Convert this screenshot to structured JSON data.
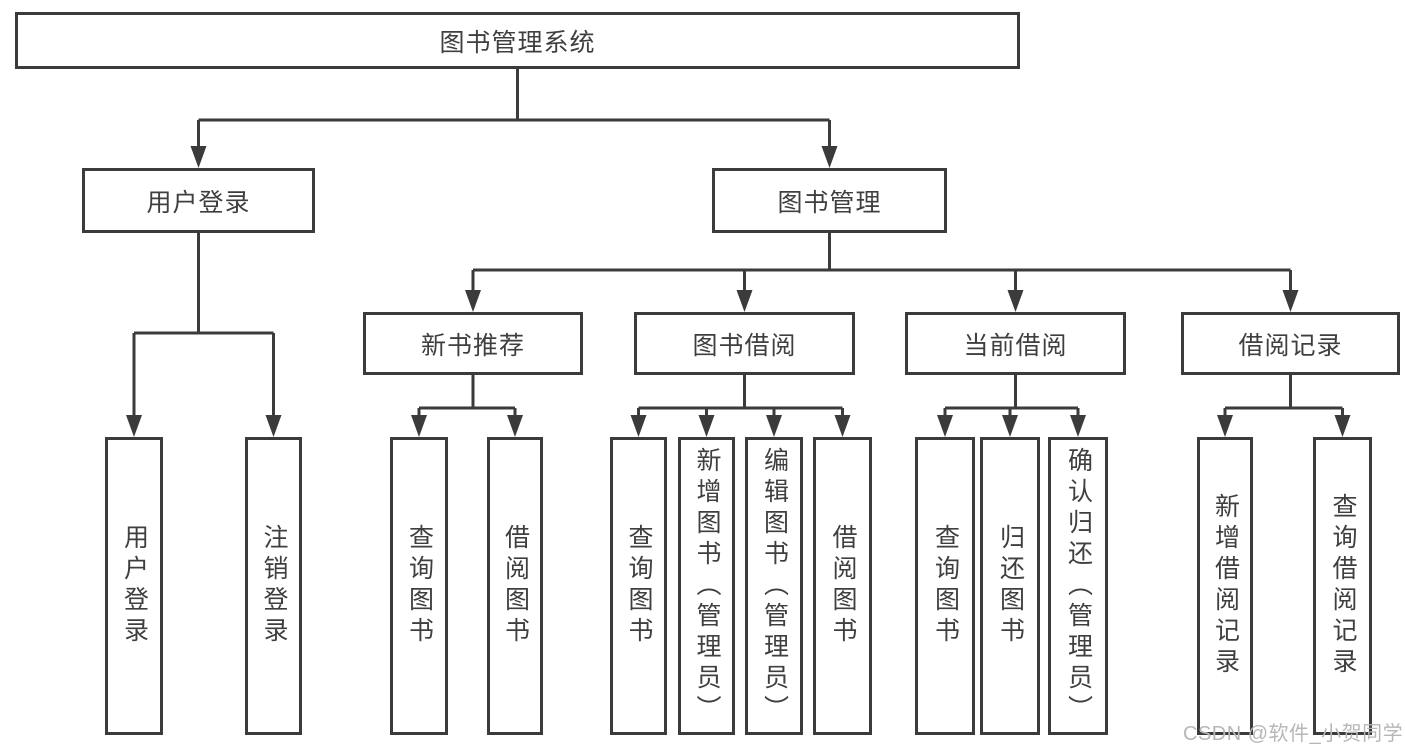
{
  "title": "图书管理系统",
  "nodes": {
    "root": {
      "label": "图书管理系统"
    },
    "user_login": {
      "label": "用户登录"
    },
    "book_mgmt": {
      "label": "图书管理"
    },
    "new_book_rec": {
      "label": "新书推荐"
    },
    "book_borrow": {
      "label": "图书借阅"
    },
    "current_borrow": {
      "label": "当前借阅"
    },
    "borrow_records": {
      "label": "借阅记录"
    },
    "leaf_user_login": {
      "label": "用户登录"
    },
    "leaf_logout": {
      "label": "注销登录"
    },
    "rec_query_book": {
      "label": "查询图书"
    },
    "rec_borrow_book": {
      "label": "借阅图书"
    },
    "bb_query_book": {
      "label": "查询图书"
    },
    "bb_add_book": {
      "label": "新增图书（管理员）"
    },
    "bb_edit_book": {
      "label": "编辑图书（管理员）"
    },
    "bb_borrow_book": {
      "label": "借阅图书"
    },
    "cb_query_book": {
      "label": "查询图书"
    },
    "cb_return_book": {
      "label": "归还图书"
    },
    "cb_confirm_return": {
      "label": "确认归还（管理员）"
    },
    "br_add_record": {
      "label": "新增借阅记录"
    },
    "br_query_record": {
      "label": "查询借阅记录"
    }
  },
  "edges": [
    {
      "from": "root",
      "to": [
        "user_login",
        "book_mgmt"
      ]
    },
    {
      "from": "user_login",
      "to": [
        "leaf_user_login",
        "leaf_logout"
      ]
    },
    {
      "from": "book_mgmt",
      "to": [
        "new_book_rec",
        "book_borrow",
        "current_borrow",
        "borrow_records"
      ]
    },
    {
      "from": "new_book_rec",
      "to": [
        "rec_query_book",
        "rec_borrow_book"
      ]
    },
    {
      "from": "book_borrow",
      "to": [
        "bb_query_book",
        "bb_add_book",
        "bb_edit_book",
        "bb_borrow_book"
      ]
    },
    {
      "from": "current_borrow",
      "to": [
        "cb_query_book",
        "cb_return_book",
        "cb_confirm_return"
      ]
    },
    {
      "from": "borrow_records",
      "to": [
        "br_add_record",
        "br_query_record"
      ]
    }
  ],
  "watermark": {
    "text": "CSDN @软件_小贺同学"
  },
  "colors": {
    "line": "#3b3b3b",
    "text": "#3f3f3f",
    "background": "#ffffff",
    "watermark": "#b7b7b7"
  }
}
